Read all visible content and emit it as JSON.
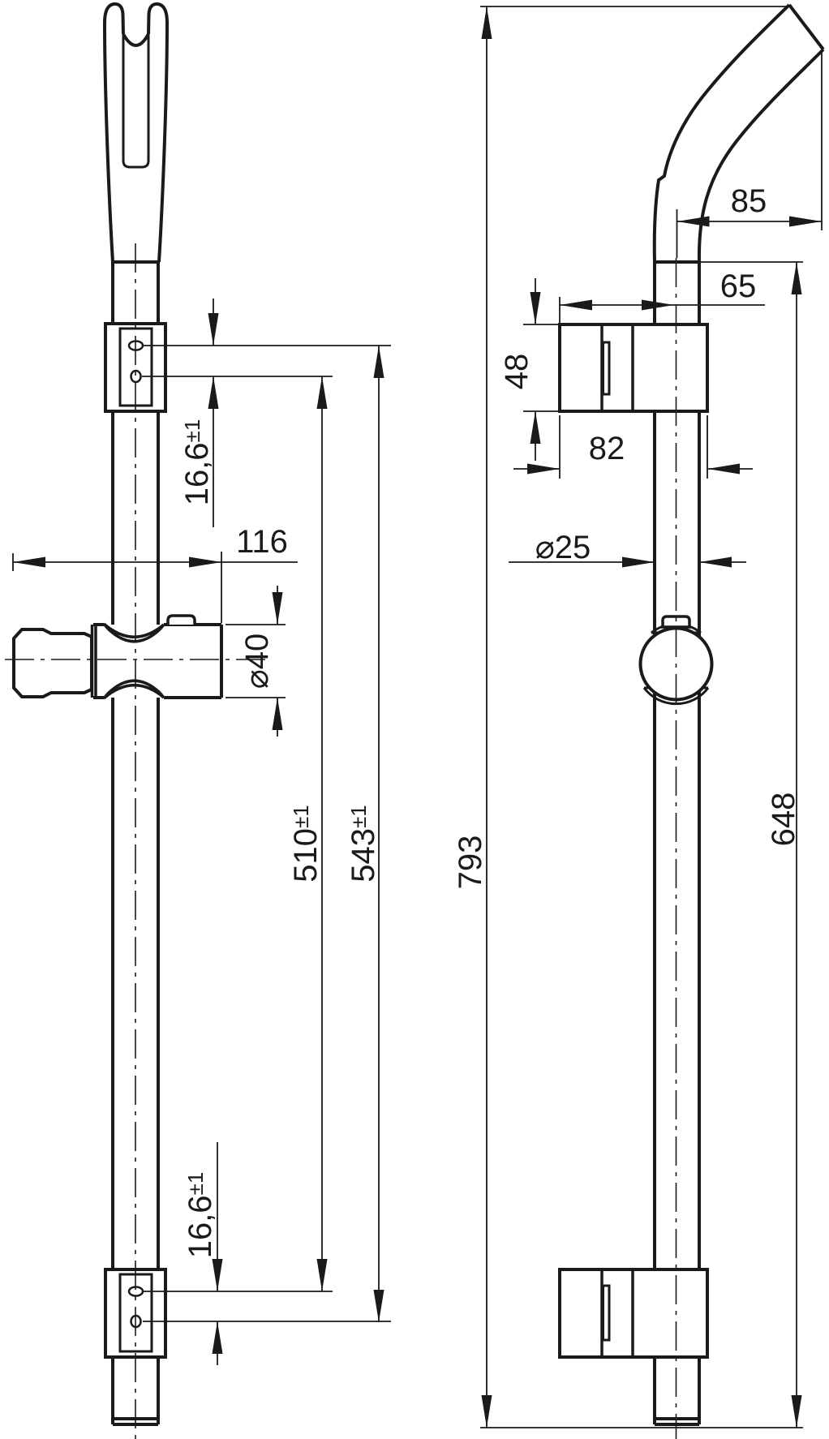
{
  "title": "Shower slide bar technical drawing",
  "colors": {
    "background": "#ffffff",
    "line": "#1a1a1a"
  },
  "dimensions": {
    "bracket_hole_offset_top": {
      "value": "16,6",
      "tolerance": "±1"
    },
    "slider_width": {
      "value": "116"
    },
    "slider_diameter": {
      "value": "⌀40"
    },
    "hole_distance_inner": {
      "value": "510",
      "tolerance": "±1"
    },
    "hole_distance_outer": {
      "value": "543",
      "tolerance": "±1"
    },
    "bracket_hole_offset_bottom": {
      "value": "16,6",
      "tolerance": "±1"
    },
    "head_reach": {
      "value": "85"
    },
    "bracket_face_to_axis": {
      "value": "65"
    },
    "bracket_height": {
      "value": "48"
    },
    "bracket_depth": {
      "value": "82"
    },
    "tube_diameter": {
      "value": "⌀25"
    },
    "total_height": {
      "value": "793"
    },
    "straight_tube_height": {
      "value": "648"
    }
  }
}
